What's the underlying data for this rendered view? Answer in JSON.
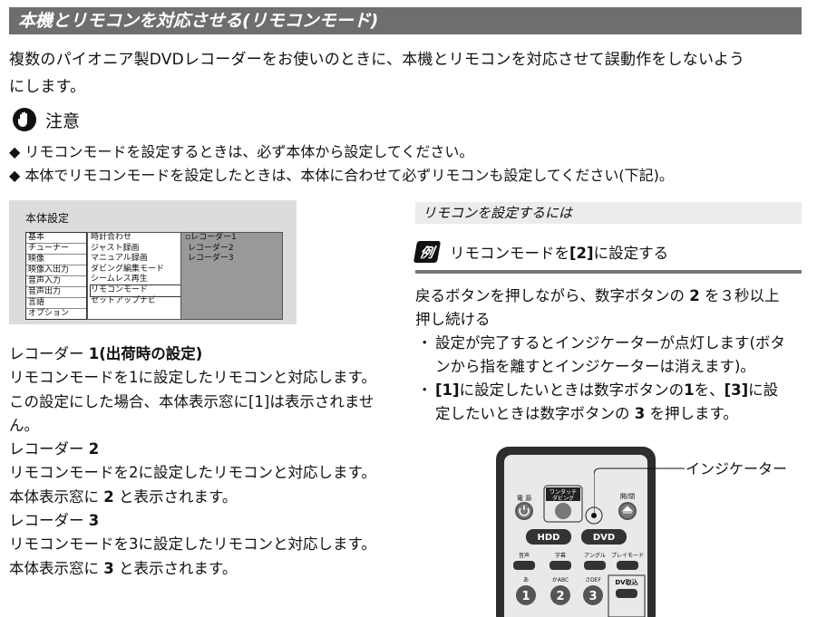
{
  "header": {
    "title": "本機とリモコンを対応させる(リモコンモード)"
  },
  "intro": {
    "line1": "複数のパイオニア製DVDレコーダーをお使いのときに、本機とリモコンを対応させて誤動作をしないよう",
    "line2": "にします。"
  },
  "caution": {
    "title": "注意",
    "notes": [
      "◆ リモコンモードを設定するときは、必ず本体から設定してください。",
      "◆ 本体でリモコンモードを設定したときは、本体に合わせて必ずリモコンも設定してください(下記)。"
    ]
  },
  "menu": {
    "title": "本体設定",
    "left": [
      "基本",
      "チューナー",
      "映像",
      "映像入出力",
      "音声入力",
      "音声出力",
      "言語",
      "オプション"
    ],
    "middle": [
      "時計合わせ",
      "ジャスト録画",
      "マニュアル録画",
      "ダビング編集モード",
      "シームレス再生",
      "リモコンモード",
      "セットアップナビ"
    ],
    "right": [
      "レコーダー1",
      "レコーダー2",
      "レコーダー3"
    ],
    "selected_middle_index": 5
  },
  "modes": {
    "r1_title_a": "レコーダー ",
    "r1_num": "1",
    "r1_title_b": "(出荷時の設定)",
    "r1_l1": "リモコンモードを1に設定したリモコンと対応します。",
    "r1_l2": "この設定にした場合、本体表示窓に[1]は表示されませ",
    "r1_l3": "ん。",
    "r2_title_a": "レコーダー ",
    "r2_num": "2",
    "r2_l1": "リモコンモードを2に設定したリモコンと対応します。",
    "r2_l2a": "本体表示窓に ",
    "r2_l2num": "2",
    "r2_l2b": " と表示されます。",
    "r3_title_a": "レコーダー ",
    "r3_num": "3",
    "r3_l1": "リモコンモードを3に設定したリモコンと対応します。",
    "r3_l2a": "本体表示窓に ",
    "r3_l2num": "3",
    "r3_l2b": " と表示されます。"
  },
  "remote_section": {
    "subheader": "リモコンを設定するには",
    "example_badge": "例",
    "example_a": "リモコンモードを",
    "example_b": "[2]",
    "example_c": "に設定する",
    "instr_a": "戻るボタンを押しながら、数字ボタンの ",
    "instr_num": "2",
    "instr_b": " を３秒以上",
    "instr_l2": "押し続ける",
    "bullet_mark": "・",
    "b1_l1": "設定が完了するとインジケーターが点灯します(ボタ",
    "b1_l2": "ンから指を離すとインジケーターは消えます)。",
    "b2_l1a": "[1]",
    "b2_l1b": "に設定したいときは数字ボタンの",
    "b2_l1c": "1",
    "b2_l1d": "を、",
    "b2_l1e": "[3]",
    "b2_l1f": "に設",
    "b2_l2a": "定したいときは数字ボタンの ",
    "b2_l2b": "3",
    "b2_l2c": " を押します。",
    "indicator_label": "インジケーター"
  },
  "remote": {
    "power_label": "電 源",
    "dubbing_label_1": "ワンタッチ",
    "dubbing_label_2": "ダビング",
    "eject_label": "開/閉",
    "hdd": "HDD",
    "dvd": "DVD",
    "audio": "音声",
    "subtitle": "字幕",
    "angle": "アングル",
    "playmode": "プレイモード",
    "dv_input": "DV取込",
    "key1_top": "あ",
    "key2_top": "かABC",
    "key3_top": "さDEF",
    "key1": "1",
    "key2": "2",
    "key3": "3"
  }
}
